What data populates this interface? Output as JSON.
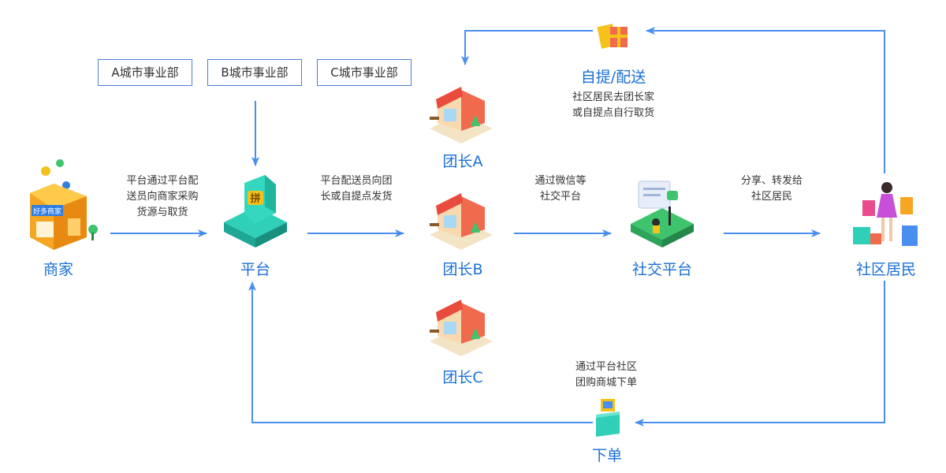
{
  "nodes": {
    "merchant": "商家",
    "platform": "平台",
    "leader_a": "团长A",
    "leader_b": "团长B",
    "leader_c": "团长C",
    "social": "社交平台",
    "residents": "社区居民",
    "pickup": "自提/配送",
    "order": "下单"
  },
  "departments": [
    "A城市事业部",
    "B城市事业部",
    "C城市事业部"
  ],
  "edge_labels": {
    "merchant_platform": [
      "平台通过平台配",
      "送员向商家采购",
      "货源与取货"
    ],
    "platform_leader": [
      "平台配送员向团",
      "长或自提点发货"
    ],
    "leader_social": [
      "通过微信等",
      "社交平台"
    ],
    "social_residents": [
      "分享、转发给",
      "社区居民"
    ],
    "pickup": [
      "社区居民去团长家",
      "或自提点自行取货"
    ],
    "order": [
      "通过平台社区",
      "团购商城下单"
    ]
  },
  "store_sign": "好多商家",
  "platform_icon_text": "拼",
  "colors": {
    "arrow": "#4a8ff0",
    "label": "#1a6fd6",
    "box_border": "#4b7fd0",
    "teal": "#2fcfb8",
    "green": "#3ec46d",
    "orange": "#f5a623"
  }
}
